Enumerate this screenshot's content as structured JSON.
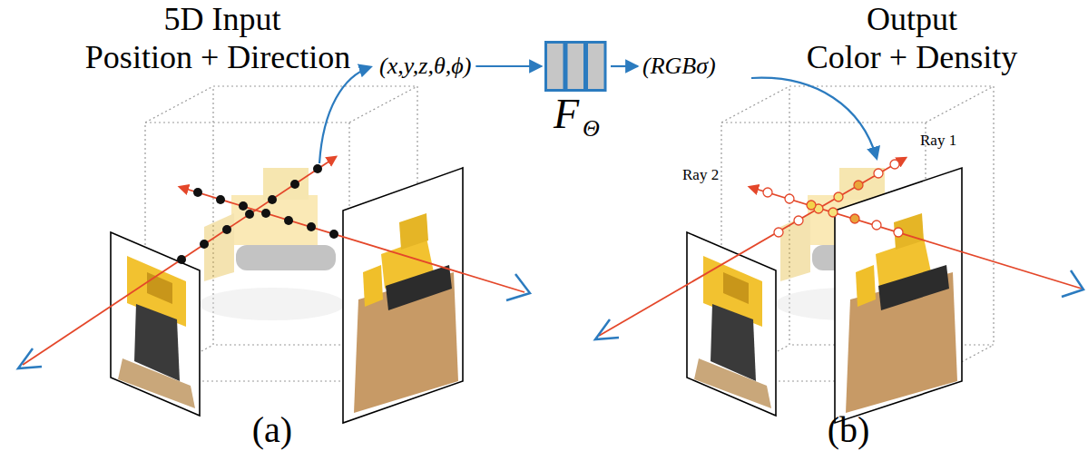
{
  "diagram": {
    "nodes": [
      {
        "text": [
          "(x,y,z,θ,ϕ)"
        ]
      },
      {
        "text": [
          "F",
          "Θ"
        ]
      },
      {
        "text": [
          "(RGBσ)"
        ]
      }
    ],
    "edges": [
      {
        "from": 0,
        "to": 1,
        "arrow": "to"
      },
      {
        "from": 1,
        "to": 2,
        "arrow": "to"
      }
    ],
    "labels": [
      "5D Input",
      "Position + Direction",
      "Output",
      "Color + Density",
      "Ray 1",
      "Ray 2",
      "(a)",
      "(b)"
    ]
  }
}
